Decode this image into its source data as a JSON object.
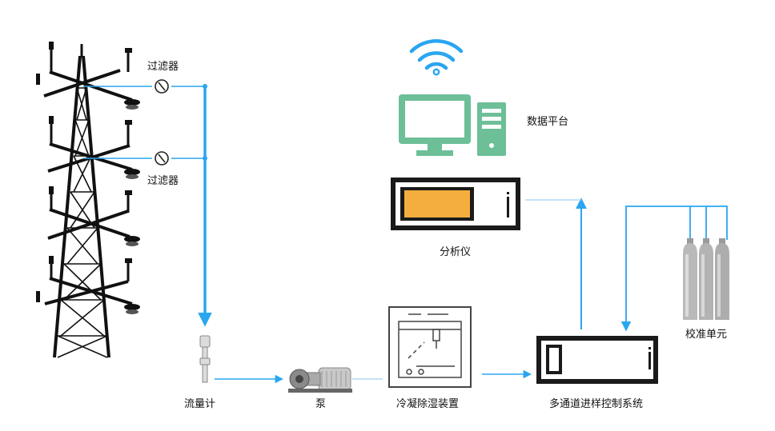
{
  "labels": {
    "filter_top": "过滤器",
    "filter_mid": "过滤器",
    "data_platform": "数据平台",
    "analyzer": "分析仪",
    "flowmeter": "流量计",
    "pump": "泵",
    "condenser": "冷凝除湿装置",
    "controller": "多通道进样控制系统",
    "calibration": "校准单元"
  },
  "colors": {
    "flow_line": "#2aa6f0",
    "wifi": "#2aa6f0",
    "computer": "#6dbf97",
    "analyzer_screen": "#f4ae3d",
    "cylinder": "#b9b9b9",
    "equipment": "#111111"
  },
  "icons": [
    "tower-icon",
    "wifi-icon",
    "monitor-icon",
    "pc-tower-icon",
    "analyzer-icon",
    "filter-icon",
    "flowmeter-icon",
    "pump-icon",
    "condenser-icon",
    "controller-icon",
    "gas-cylinder-icon"
  ]
}
